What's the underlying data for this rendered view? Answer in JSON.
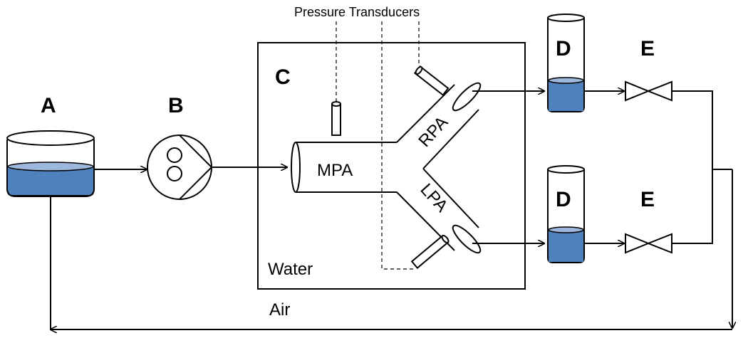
{
  "labels": {
    "reservoir": "A",
    "pump": "B",
    "chamber": "C",
    "compliance_top": "D",
    "compliance_bottom": "D",
    "valve_top": "E",
    "valve_bottom": "E",
    "transducers": "Pressure Transducers",
    "mpa": "MPA",
    "rpa": "RPA",
    "lpa": "LPA",
    "water": "Water",
    "air": "Air"
  },
  "colors": {
    "liquid": "#4F81BD",
    "liquid_surface": "#9DB7DD",
    "line": "#000000",
    "background": "#ffffff"
  }
}
